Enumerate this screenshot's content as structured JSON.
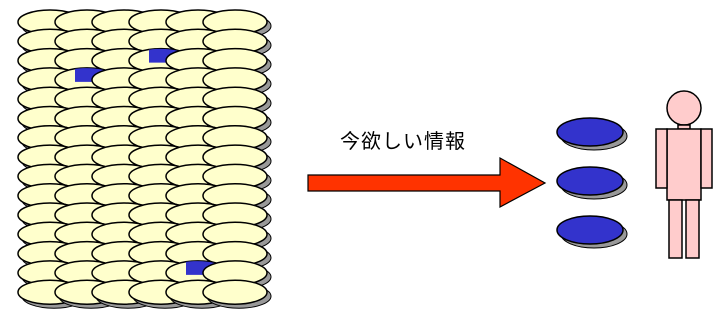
{
  "label": "今欲しい情報",
  "colors": {
    "disc_fill": "#FFFFCC",
    "highlight_fill": "#3333CC",
    "selected_fill": "#3333CC",
    "shadow": "#999999",
    "arrow_fill": "#FF3300",
    "person_fill": "#FFCCCC",
    "outline": "#000000"
  },
  "stack": {
    "columns": 6,
    "rows": 15
  },
  "highlighted_discs": [
    {
      "column": 2,
      "row": 4
    },
    {
      "column": 4,
      "row": 3
    },
    {
      "column": 5,
      "row": 14
    }
  ],
  "selected_discs": 3
}
